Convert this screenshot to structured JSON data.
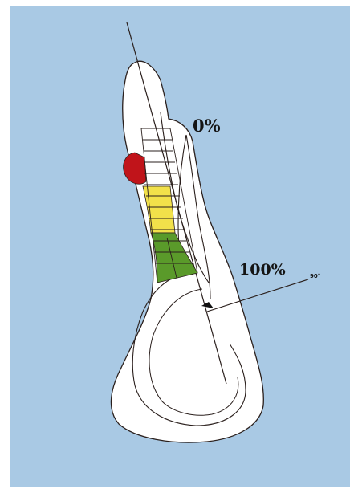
{
  "labels": {
    "zero_percent": "0%",
    "hundred_percent": "100%",
    "angle": "90°"
  },
  "colors": {
    "background": "#a9c9e4",
    "frame": "#ffffff",
    "tooth": "#ffffff",
    "outline": "#2a1f1c",
    "red_zone": "#c0141a",
    "yellow_zone": "#f2e14a",
    "green_zone": "#5a9a2a",
    "angle_marker": "#111111"
  }
}
